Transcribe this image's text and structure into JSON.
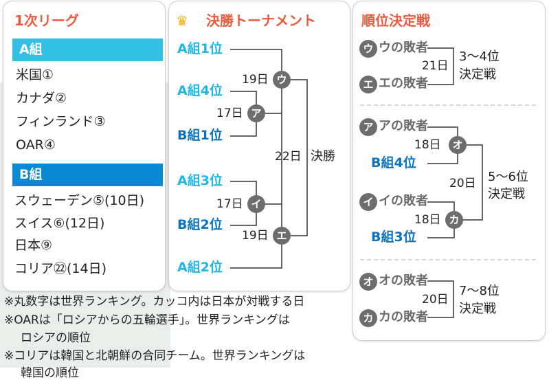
{
  "league": {
    "title": "1次リーグ",
    "group_a": {
      "label": "A組",
      "teams": [
        "米国①",
        "カナダ②",
        "フィンランド③",
        "OAR④"
      ]
    },
    "group_b": {
      "label": "B組",
      "teams": [
        "スウェーデン⑤(10日)",
        "スイス⑥(12日)",
        "日本⑨",
        "コリア㉒(14日)"
      ]
    }
  },
  "final": {
    "title": "決勝トーナメント",
    "slots": [
      "A組1位",
      "A組4位",
      "B組1位",
      "A組3位",
      "B組2位",
      "A組2位"
    ],
    "nodes": {
      "u": "ウ",
      "a": "ア",
      "i": "イ",
      "e": "エ"
    },
    "days": {
      "u": "19日",
      "a": "17日",
      "i": "17日",
      "e": "19日",
      "final": "22日"
    },
    "final_label": "決勝"
  },
  "placement": {
    "title": "順位決定戦",
    "g34": {
      "top": "ウの敗者",
      "bottom": "エの敗者",
      "top_mark": "ウ",
      "bottom_mark": "エ",
      "day": "21日",
      "label1": "3〜4位",
      "label2": "決定戦"
    },
    "g56": {
      "s1": "アの敗者",
      "s1_mark": "ア",
      "s2": "B組4位",
      "s3": "イの敗者",
      "s3_mark": "イ",
      "s4": "B組3位",
      "node_o": "オ",
      "node_ka": "カ",
      "day_o": "18日",
      "day_ka": "18日",
      "day": "20日",
      "label1": "5〜6位",
      "label2": "決定戦"
    },
    "g78": {
      "top": "オの敗者",
      "bottom": "カの敗者",
      "top_mark": "オ",
      "bottom_mark": "カ",
      "day": "20日",
      "label1": "7〜8位",
      "label2": "決定戦"
    }
  },
  "notes": [
    "※丸数字は世界ランキング。カッコ内は日本が対戦する日",
    "※OARは「ロシアからの五輪選手」。世界ランキングは",
    "ロシアの順位",
    "※コリアは韓国と北朝鮮の合同チーム。世界ランキングは",
    "韓国の順位"
  ],
  "colors": {
    "title": "#ec5a3e",
    "group_a": "#33c0e4",
    "group_b": "#0a8ad2",
    "node": "#6d6d6d"
  }
}
